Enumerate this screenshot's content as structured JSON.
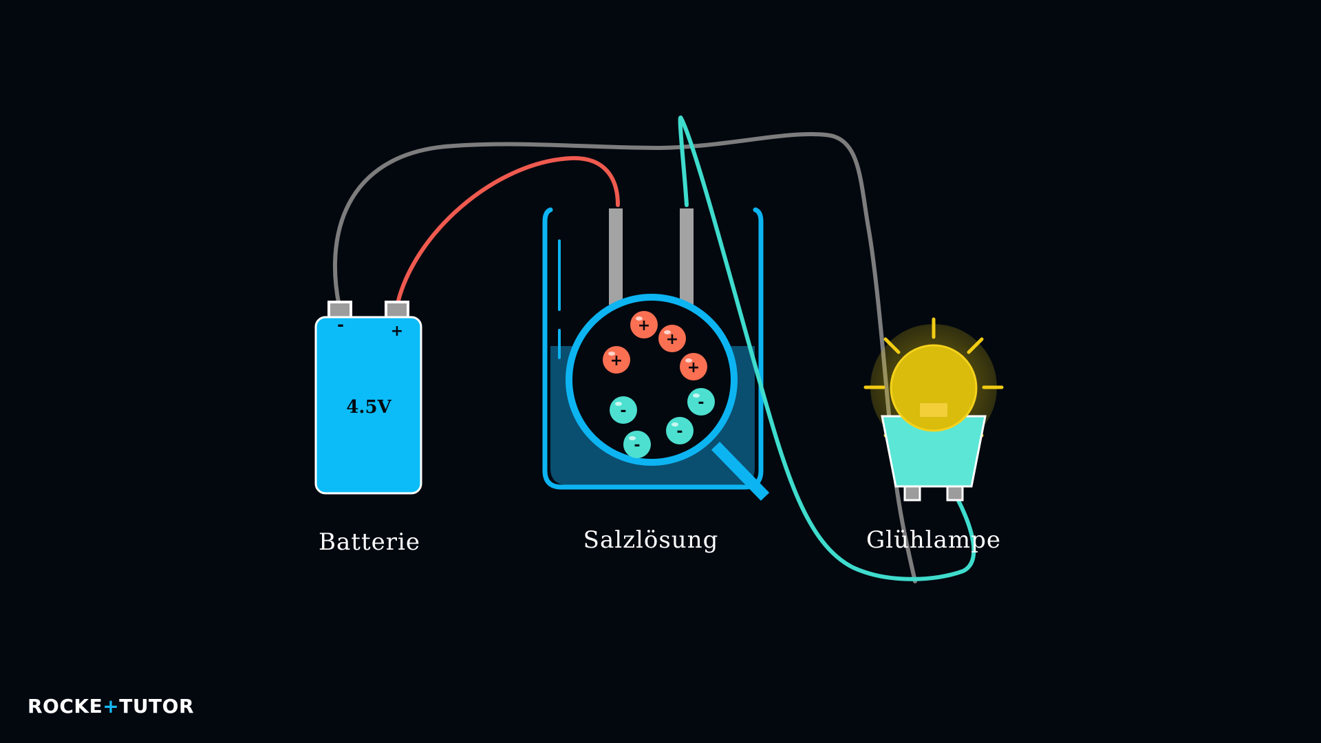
{
  "labels": {
    "battery": "Batterie",
    "solution": "Salzlösung",
    "bulb": "Glühlampe"
  },
  "battery": {
    "voltage": "4.5V",
    "minus_sign": "-",
    "plus_sign": "+"
  },
  "ions": {
    "cation_sign": "+",
    "anion_sign": "-",
    "cation_count": 4,
    "anion_count": 4
  },
  "logo": {
    "part1": "ROCKE",
    "accent": "+",
    "part2": "TUTO",
    "end": "R"
  },
  "colors": {
    "background": "#03080f",
    "battery": "#0cbcf9",
    "beaker": "#0db4f2",
    "solution": "#0a4f70",
    "cation": "#fb7052",
    "anion": "#4de0d0",
    "wire_gray": "#7d7d7d",
    "wire_red": "#f05a4f",
    "wire_teal": "#3fdccd",
    "bulb_glow": "#e2c60e",
    "bulb_base": "#5ce6d6"
  }
}
